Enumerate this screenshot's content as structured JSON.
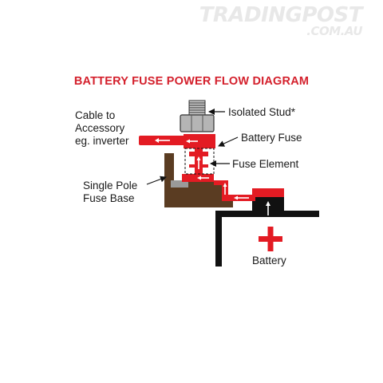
{
  "watermark": {
    "brand": "TRADINGPOST",
    "domain": ".COM.AU"
  },
  "title": "BATTERY FUSE POWER FLOW DIAGRAM",
  "labels": {
    "cable_line1": "Cable to",
    "cable_line2": "Accessory",
    "cable_line3": "eg. inverter",
    "isolated_stud": "Isolated Stud*",
    "battery_fuse": "Battery Fuse",
    "fuse_element": "Fuse Element",
    "base_line1": "Single Pole",
    "base_line2": "Fuse Base",
    "battery": "Battery"
  },
  "colors": {
    "red": "#e31b23",
    "base_brown": "#5a3c22",
    "nut_grey": "#b5b5b5",
    "terminal_black": "#111111",
    "title_red": "#d4202c"
  },
  "icons": [
    "plus-icon",
    "arrow-icon"
  ]
}
